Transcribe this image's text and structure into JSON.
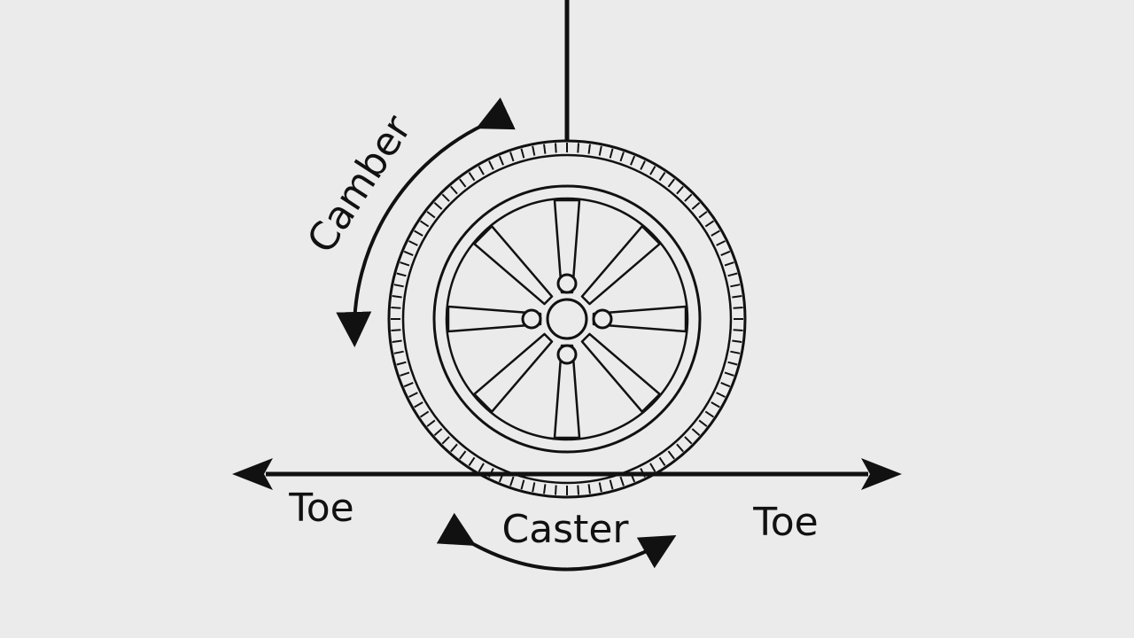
{
  "labels": {
    "camber": "Camber",
    "caster": "Caster",
    "toe_left": "Toe",
    "toe_right": "Toe"
  },
  "colors": {
    "background": "#ebebeb",
    "ink": "#111111"
  },
  "parts": {
    "wheel": {
      "spokes": 8,
      "lug_holes": 4
    }
  }
}
